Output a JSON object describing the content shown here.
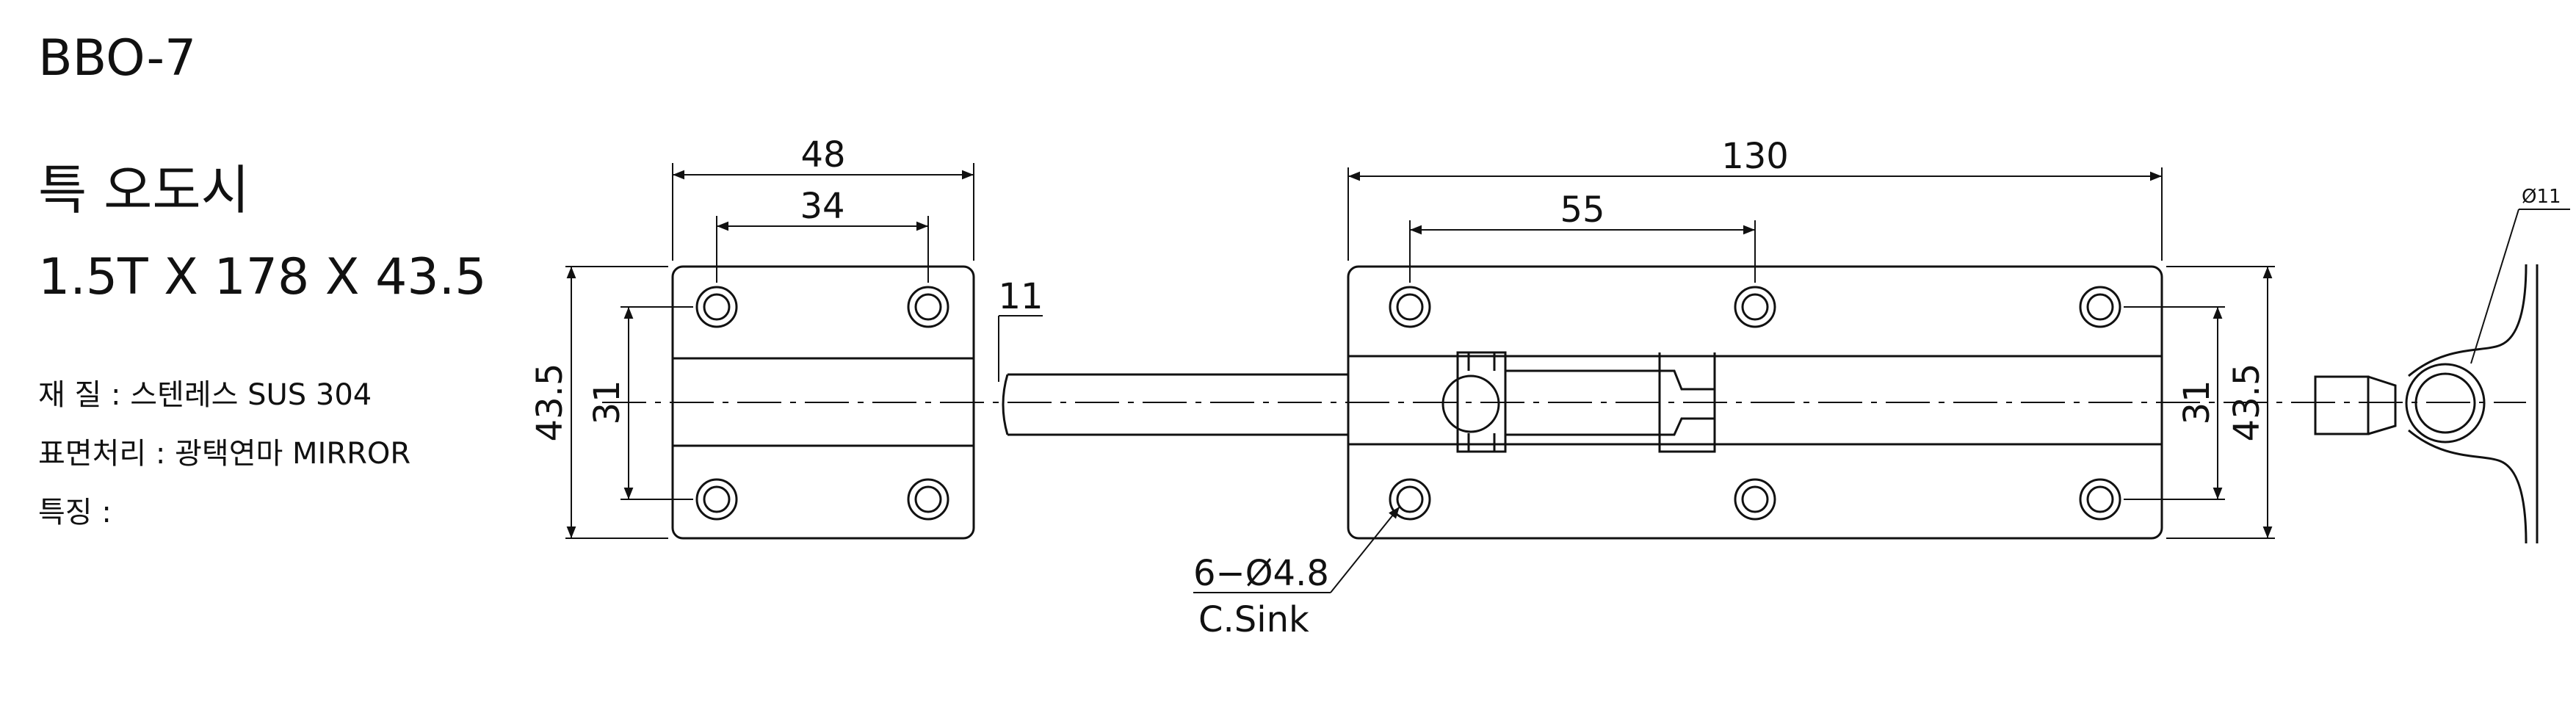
{
  "model": "BBO-7",
  "product_name": "특 오도시",
  "size": "1.5T X 178 X 43.5",
  "specs": {
    "material": "재 질 : 스텐레스 SUS 304",
    "finish": "표면처리 : 광택연마 MIRROR",
    "feature": "특징 :"
  },
  "dimensions": {
    "keeper_width": "48",
    "keeper_hole_pitch": "34",
    "bolt_overhang": "11",
    "body_length": "130",
    "body_hole_pitch": "55",
    "height_left": "43.5",
    "hole_pitch_left": "31",
    "height_right": "43.5",
    "hole_pitch_right": "31",
    "knob_dia": "Ø11",
    "holes_line1": "6−Ø4.8",
    "holes_line2": "C.Sink"
  }
}
